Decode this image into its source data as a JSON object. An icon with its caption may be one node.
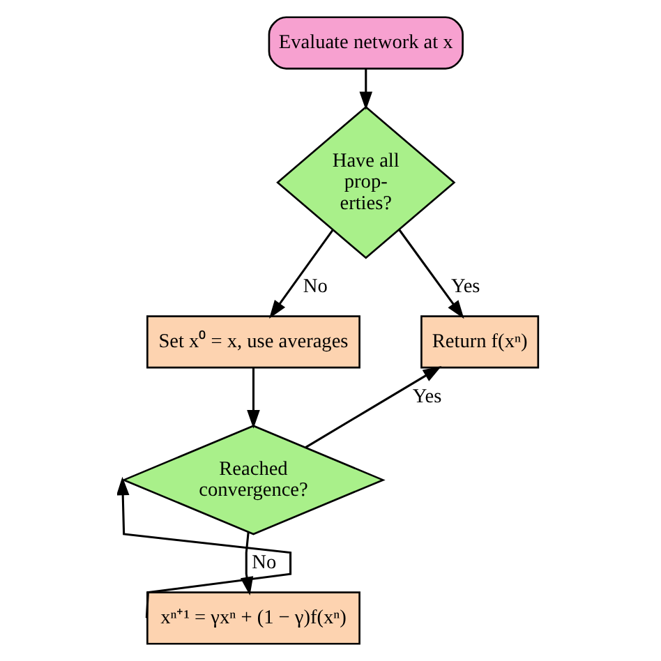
{
  "diagram": {
    "nodes": [
      {
        "text": [
          "Evaluate network at x"
        ]
      },
      {
        "text": [
          "Have all prop- erties?"
        ]
      },
      {
        "text": [
          "Set x⁰ = x, use averages"
        ]
      },
      {
        "text": [
          "Return f(xⁿ)"
        ]
      },
      {
        "text": [
          "Reached convergence?"
        ]
      },
      {
        "text": [
          "xⁿ⁺¹ = γxⁿ + (1 − γ)f(xⁿ)"
        ]
      }
    ],
    "edges": [
      {
        "from": 0,
        "to": 1,
        "arrow": "to"
      },
      {
        "from": 1,
        "to": 3,
        "arrow": "to",
        "label": "Yes"
      },
      {
        "from": 1,
        "to": 2,
        "arrow": "to",
        "label": "No"
      },
      {
        "from": 2,
        "to": 4,
        "arrow": "to"
      },
      {
        "from": 4,
        "to": 3,
        "arrow": "to",
        "label": "Yes"
      },
      {
        "from": 4,
        "to": 5,
        "arrow": "to",
        "label": "No"
      },
      {
        "from": 5,
        "to": 4,
        "arrow": "to"
      }
    ]
  }
}
